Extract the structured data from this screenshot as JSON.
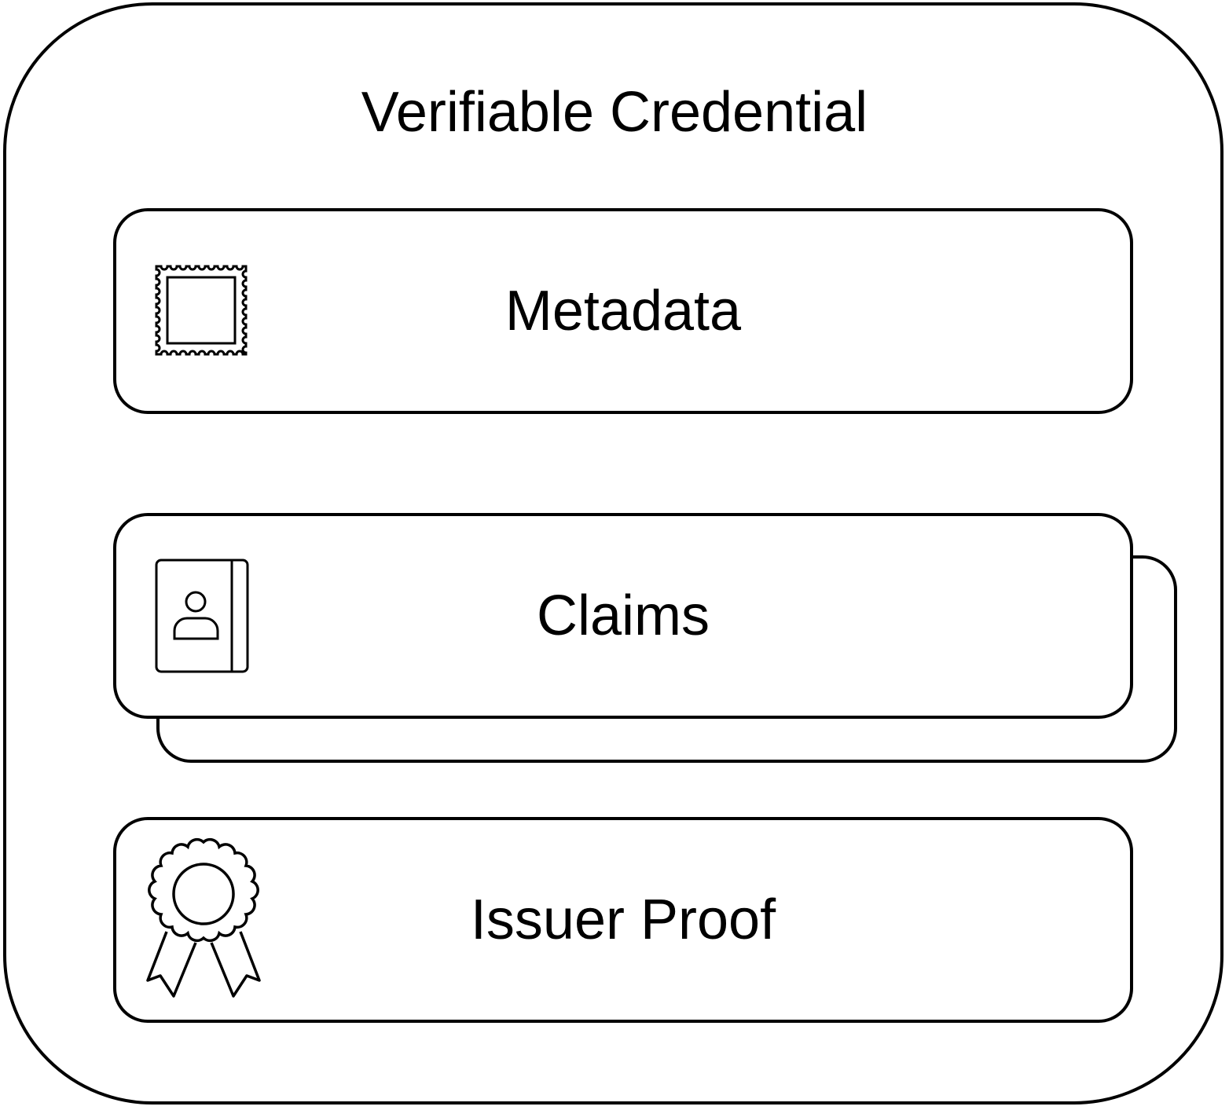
{
  "diagram": {
    "title": "Verifiable Credential",
    "sections": [
      {
        "label": "Metadata",
        "icon": "stamp-icon"
      },
      {
        "label": "Claims",
        "icon": "contact-book-icon"
      },
      {
        "label": "Issuer Proof",
        "icon": "award-ribbon-icon"
      }
    ]
  }
}
